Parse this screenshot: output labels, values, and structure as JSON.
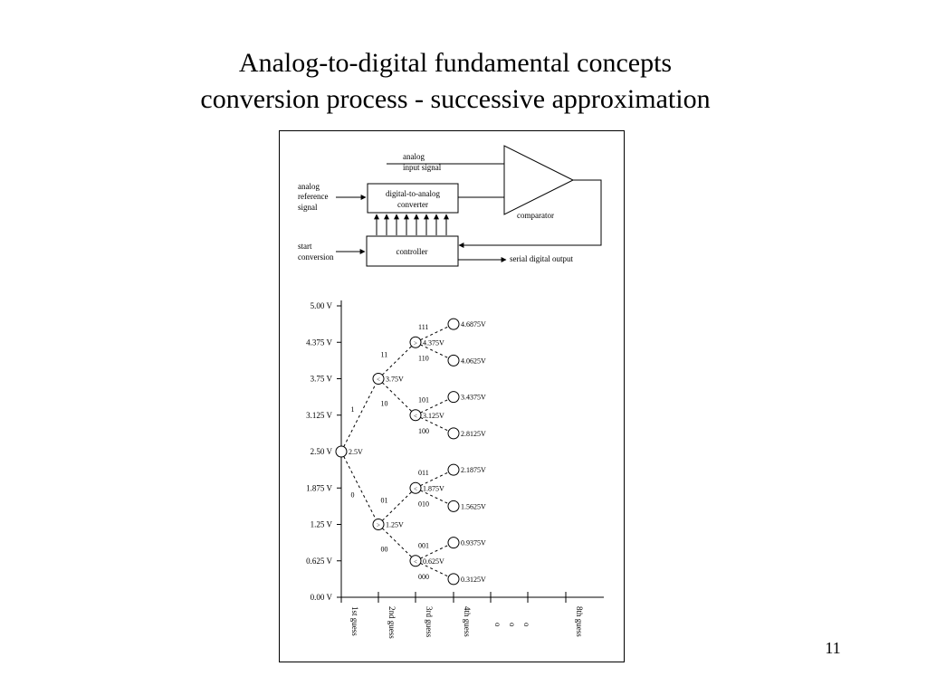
{
  "slide": {
    "title_line1": "Analog-to-digital fundamental concepts",
    "title_line2": "conversion process - successive approximation",
    "page_number": "11"
  },
  "block_diagram": {
    "analog_input_label": [
      "analog",
      "input signal"
    ],
    "reference_label": [
      "analog",
      "reference",
      "signal"
    ],
    "dac_label": [
      "digital-to-analog",
      "converter"
    ],
    "comparator_label": "comparator",
    "start_label": [
      "start",
      "conversion"
    ],
    "controller_label": "controller",
    "serial_output_label": "serial digital output"
  },
  "search_tree": {
    "y_axis_ticks": [
      "5.00 V",
      "4.375 V",
      "3.75 V",
      "3.125 V",
      "2.50 V",
      "1.875 V",
      "1.25 V",
      "0.625 V",
      "0.00 V"
    ],
    "guess_labels": [
      "1st guess",
      "2nd guess",
      "3rd guess",
      "4th guess",
      "8th guess"
    ],
    "ellipsis": [
      "o",
      "o",
      "o"
    ],
    "nodes": [
      {
        "volts": 2.5,
        "guess": 1,
        "label": "2.5V",
        "mark": ""
      },
      {
        "volts": 3.75,
        "guess": 2,
        "label": "3.75V",
        "mark": "<"
      },
      {
        "volts": 1.25,
        "guess": 2,
        "label": "1.25V",
        "mark": ">"
      },
      {
        "volts": 4.375,
        "guess": 3,
        "label": "4.375V",
        "mark": ">"
      },
      {
        "volts": 3.125,
        "guess": 3,
        "label": "3.125V",
        "mark": "<"
      },
      {
        "volts": 1.875,
        "guess": 3,
        "label": "1.875V",
        "mark": "<"
      },
      {
        "volts": 0.625,
        "guess": 3,
        "label": "0.625V",
        "mark": "<"
      },
      {
        "volts": 4.6875,
        "guess": 4,
        "label": "4.6875V",
        "mark": ""
      },
      {
        "volts": 4.0625,
        "guess": 4,
        "label": "4.0625V",
        "mark": ""
      },
      {
        "volts": 3.4375,
        "guess": 4,
        "label": "3.4375V",
        "mark": ""
      },
      {
        "volts": 2.8125,
        "guess": 4,
        "label": "2.8125V",
        "mark": ""
      },
      {
        "volts": 2.1875,
        "guess": 4,
        "label": "2.1875V",
        "mark": ""
      },
      {
        "volts": 1.5625,
        "guess": 4,
        "label": "1.5625V",
        "mark": ""
      },
      {
        "volts": 0.9375,
        "guess": 4,
        "label": "0.9375V",
        "mark": ""
      },
      {
        "volts": 0.3125,
        "guess": 4,
        "label": "0.3125V",
        "mark": ""
      }
    ],
    "branches": [
      {
        "from": 0,
        "to": 1,
        "code": "1"
      },
      {
        "from": 0,
        "to": 2,
        "code": "0"
      },
      {
        "from": 1,
        "to": 3,
        "code": "11"
      },
      {
        "from": 1,
        "to": 4,
        "code": "10"
      },
      {
        "from": 2,
        "to": 5,
        "code": "01"
      },
      {
        "from": 2,
        "to": 6,
        "code": "00"
      },
      {
        "from": 3,
        "to": 7,
        "code": "111"
      },
      {
        "from": 3,
        "to": 8,
        "code": "110"
      },
      {
        "from": 4,
        "to": 9,
        "code": "101"
      },
      {
        "from": 4,
        "to": 10,
        "code": "100"
      },
      {
        "from": 5,
        "to": 11,
        "code": "011"
      },
      {
        "from": 5,
        "to": 12,
        "code": "010"
      },
      {
        "from": 6,
        "to": 13,
        "code": "001"
      },
      {
        "from": 6,
        "to": 14,
        "code": "000"
      }
    ]
  }
}
